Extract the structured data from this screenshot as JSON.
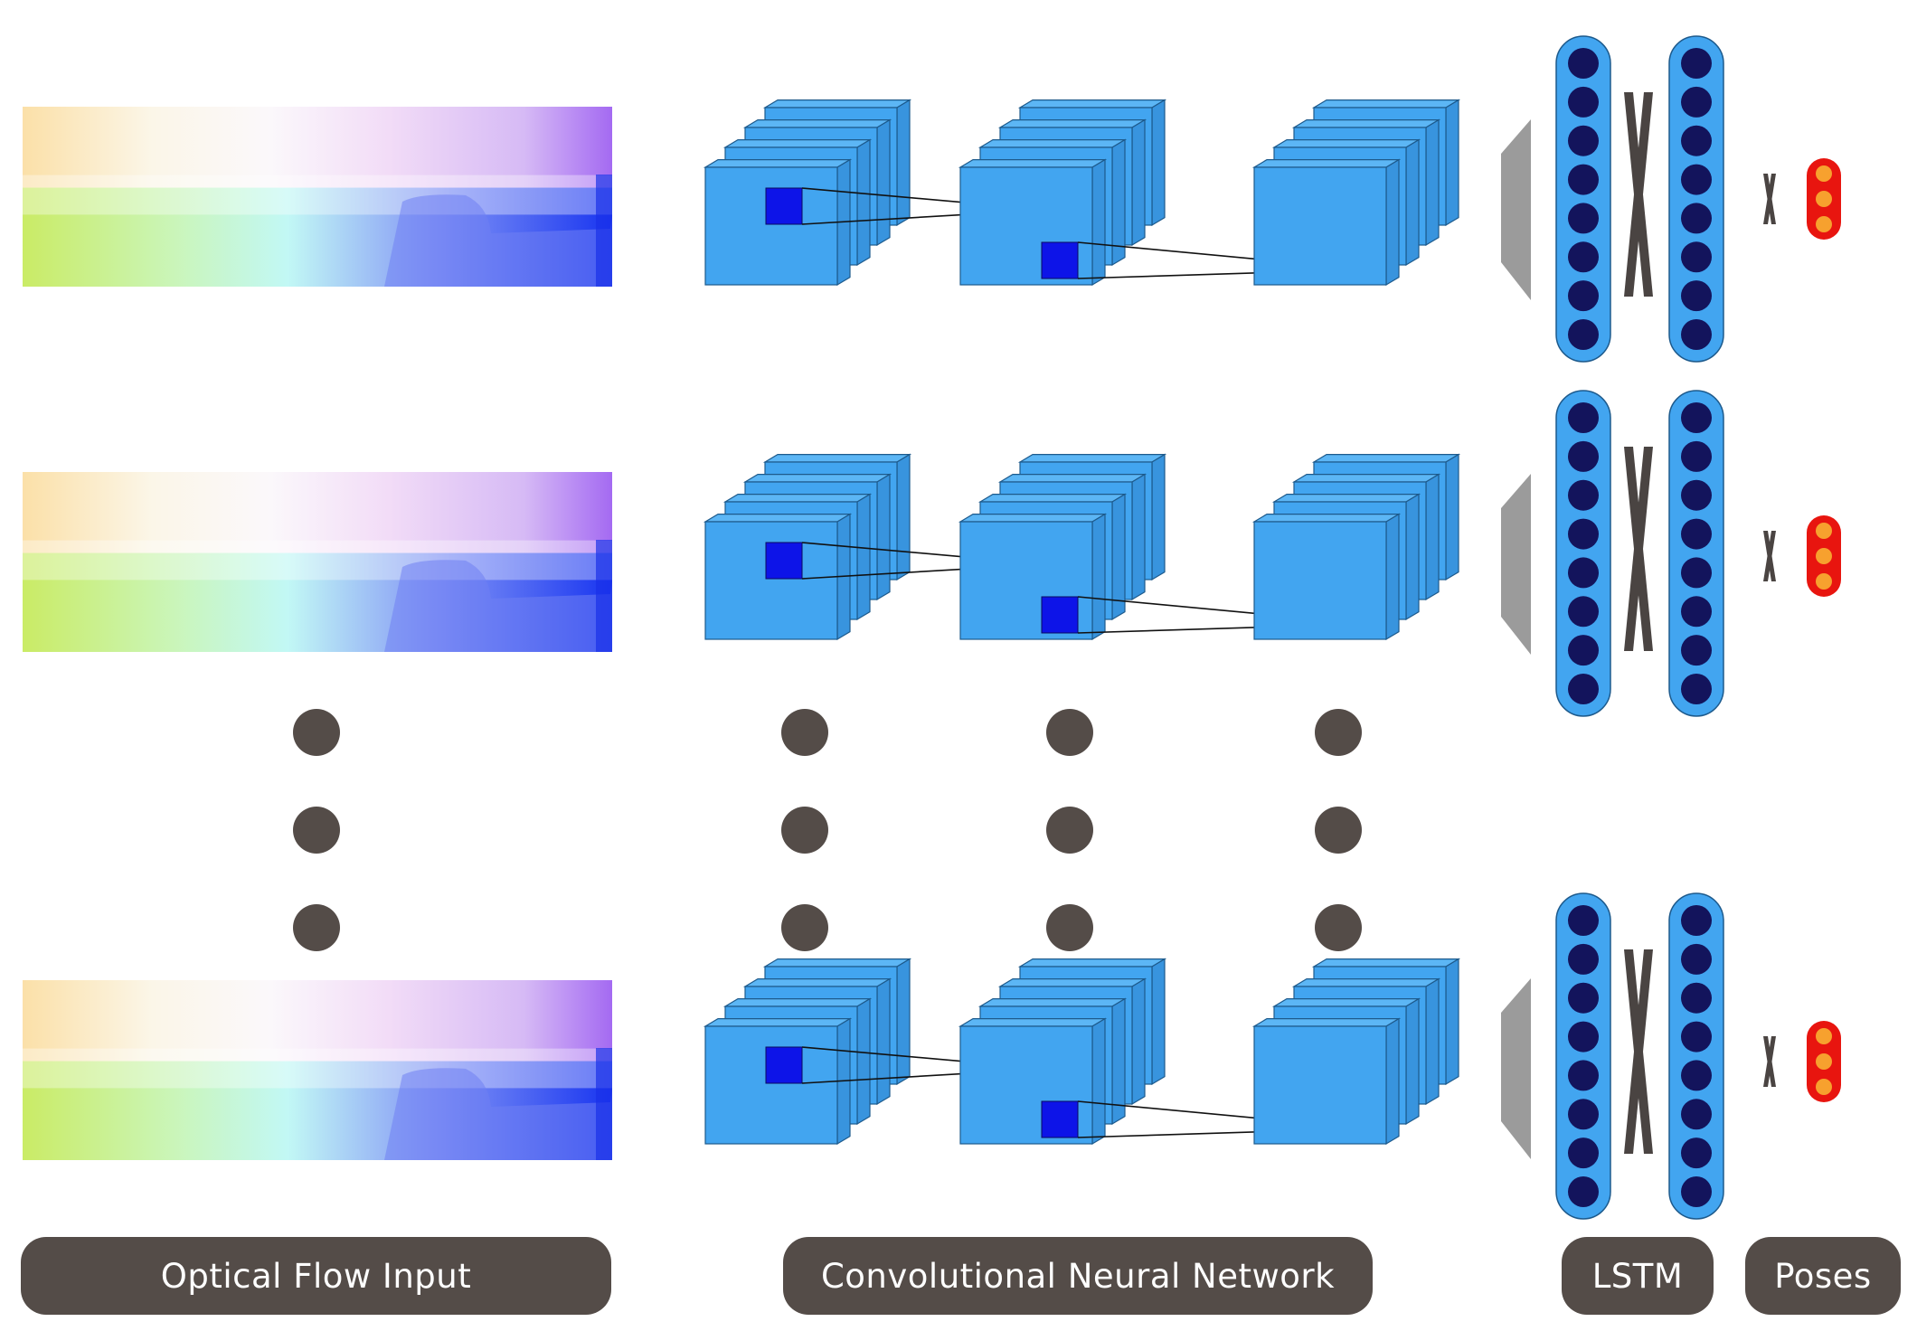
{
  "labels": {
    "optical_flow_input": "Optical Flow Input",
    "cnn": "Convolutional Neural Network",
    "lstm": "LSTM",
    "poses": "Poses"
  },
  "layers": {
    "optical_flow_count": 3,
    "cnn_blocks_per_row": 3,
    "lstm_cell_count": 8,
    "pose_dot_count": 3
  },
  "colors": {
    "cnn_box": "#42a5f0",
    "cnn_box_side": "#3894de",
    "cnn_box_top": "#5cb6f5",
    "kernel": "#0d14e8",
    "lstm_bar": "#42a5f0",
    "lstm_cell": "#13145c",
    "pose_outer": "#e8150f",
    "pose_inner": "#f7a12e",
    "label_bg": "#544c48",
    "ellipsis_dot": "#544c48",
    "funnel": "#9b9b9b"
  }
}
